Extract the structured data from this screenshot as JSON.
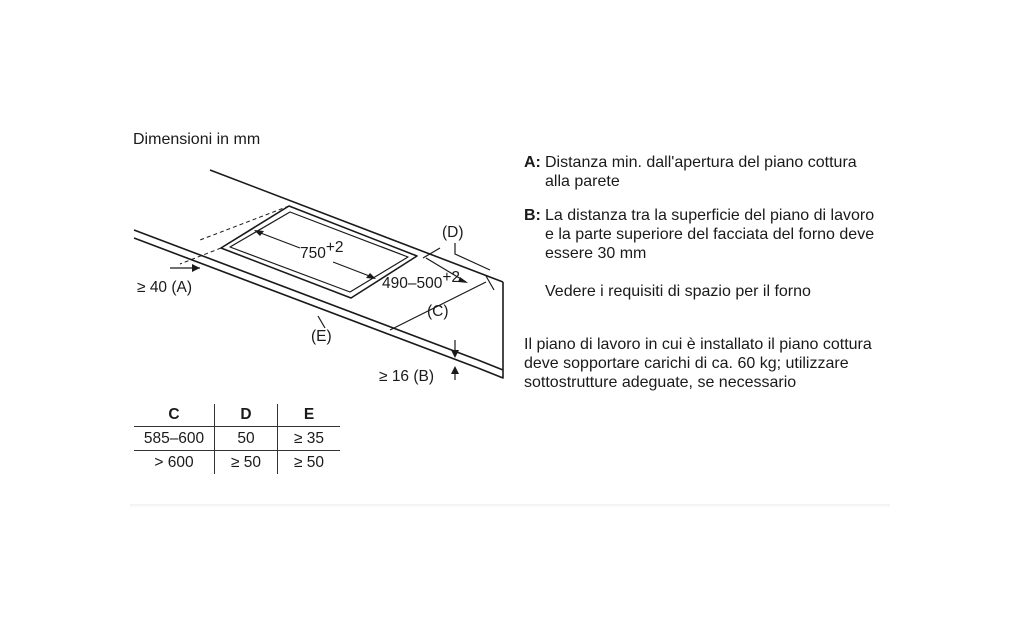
{
  "title": "Dimensioni in mm",
  "diagram": {
    "width_label": "750",
    "width_tol": "+2",
    "depth_label": "490–500",
    "depth_tol": "+2",
    "label_D": "(D)",
    "label_C": "(C)",
    "label_E": "(E)",
    "label_A_prefix": "≥ 40 (",
    "label_A_key": "A",
    "label_A_suffix": ")",
    "label_B_prefix": "≥ 16 (",
    "label_B_key": "B",
    "label_B_suffix": ")"
  },
  "table": {
    "headers": [
      "C",
      "D",
      "E"
    ],
    "rows": [
      [
        "585–600",
        "50",
        "≥ 35"
      ],
      [
        "> 600",
        "≥ 50",
        "≥ 50"
      ]
    ]
  },
  "legend": {
    "a_key": "A:",
    "a_text": "Distanza min. dall'apertura del piano cottura alla parete",
    "b_key": "B:",
    "b_text": "La distanza tra la superficie del piano di lavoro e la parte superiore del facciata del forno deve essere 30 mm",
    "oven_note": "Vedere i requisiti di spazio per il forno",
    "load_note": "Il piano di lavoro in cui è installato il piano cottura deve sopportare carichi di ca. 60 kg; utilizzare sottostrutture adeguate, se necessario"
  }
}
